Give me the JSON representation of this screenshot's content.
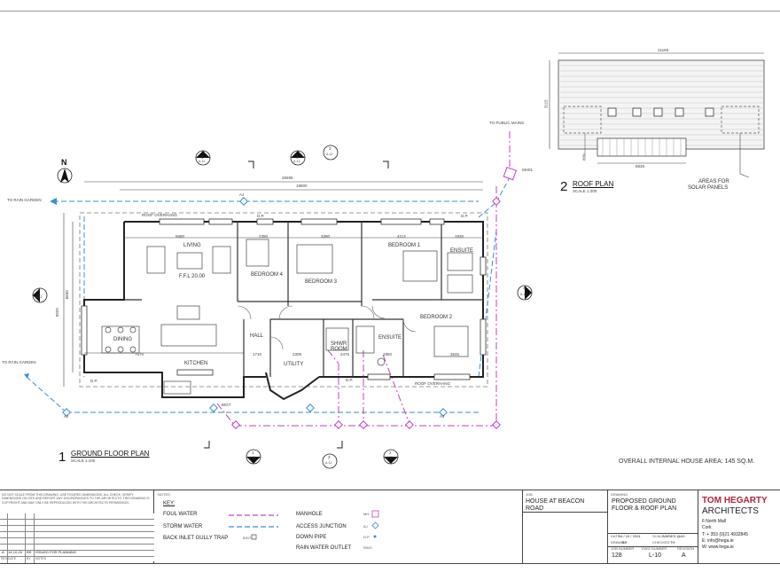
{
  "plans": {
    "ground": {
      "number": "1",
      "title": "GROUND FLOOR PLAN",
      "scale": "SCALE 1:100"
    },
    "roof": {
      "number": "2",
      "title": "ROOF PLAN",
      "scale": "SCALE 1:200"
    }
  },
  "rooms": {
    "living": "LIVING",
    "ffl": "F.F.L 20.00",
    "dining": "DINING",
    "kitchen": "KITCHEN",
    "hall": "HALL",
    "utility": "UTILITY",
    "shwr_room": "SHWR ROOM",
    "ensuite_lower": "ENSUITE",
    "bedroom1": "BEDROOM 1",
    "bedroom2": "BEDROOM 2",
    "bedroom3": "BEDROOM 3",
    "bedroom4": "BEDROOM 4",
    "ensuite_upper": "ENSUITE"
  },
  "annotations": {
    "roof_overhang_top": "ROOF OVERHANG",
    "roof_overhang_bottom": "ROOF OVERHANG",
    "to_rain_garden_top": "TO RAIN GARDEN",
    "to_rain_garden_left": "TO RAIN GARDEN",
    "to_public_mains": "TO PUBLIC MAINS",
    "manhole_id": "MH01",
    "north": "N",
    "solar_panels_line1": "AREAS FOR",
    "solar_panels_line2": "SOLAR PANELS",
    "overall_area": "OVERALL INTERNAL HOUSE AREA: 145 SQ.M.",
    "dp": "D.P.",
    "aj": "AJ",
    "bigt": "BIGT"
  },
  "dimensions": {
    "overall_outer": "25695",
    "overall_inner": "18800",
    "living_w": "5680",
    "bed4_w": "2350",
    "bed3_w": "3390",
    "bed1_w": "4113",
    "ens_w": "1930",
    "kitchen_w": "7570",
    "hall_w": "1710",
    "utility_w": "2309",
    "shwr_w": "2475",
    "ens2_w": "1850",
    "bed2_w": "3545",
    "height_outer": "9929",
    "height_inner": "6650",
    "roof_width": "21165",
    "roof_height": "3115",
    "roof_sub": "8835",
    "roof_small": "600"
  },
  "section_markers": [
    {
      "num": "1",
      "sheet": "A-11"
    },
    {
      "num": "3",
      "sheet": "A-12"
    },
    {
      "num": "4",
      "sheet": "A-12"
    },
    {
      "num": "2",
      "sheet": "A-12"
    },
    {
      "num": "4",
      "sheet": "A-12"
    },
    {
      "num": "1",
      "sheet": "A-11"
    },
    {
      "num": "3",
      "sheet": "A-12"
    },
    {
      "num": "2",
      "sheet": "A-11"
    }
  ],
  "notes": {
    "disclaimer": "DO NOT SCALE FROM THIS DRAWING. USE FIGURED DIMENSIONS. ALL CHECK, VERIFY DIMENSIONS ON SITE AND REPORT ANY DISCREPANCIES TO THE ARCHITECTS. THIS DRAWING IS COPYRIGHT AND MAY ONLY BE REPRODUCED WITH THE ARCHITECTS PERMISSION.",
    "revision_date": "14-10-24",
    "revision_by": "BR",
    "revision_desc": "ISSUED FOR PLANNING",
    "rev_col": "REV",
    "date_col": "DATE",
    "by_col": "BY",
    "notes_col": "NOTES"
  },
  "key": {
    "header": "NOTES",
    "title": "KEY:",
    "items_left": [
      "FOUL WATER",
      "STORM WATER",
      "BACK INLET GULLY TRAP"
    ],
    "items_right": [
      "MANHOLE",
      "ACCESS JUNCTION",
      "DOWN PIPE",
      "RAIN WATER OUTLET"
    ],
    "sym_bigt": "BIGT",
    "sym_mh": "MH",
    "sym_aj": "AJ",
    "sym_dp": "D.P.",
    "sym_rwo": "RWO"
  },
  "job": {
    "label": "JOB",
    "title": "HOUSE AT BEACON ROAD"
  },
  "drawing": {
    "label": "DRAWING",
    "title": "PROPOSED GROUND FLOOR & ROOF PLAN",
    "date_label": "DATE",
    "date": "14 / 10 / 2024",
    "scale_label": "SCALE",
    "scale": "VARIES @A3",
    "drawn_label": "DRAWN",
    "drawn": "BR",
    "checked_label": "CHECKED",
    "checked": "TH",
    "job_no_label": "JOB NUMBER",
    "job_no": "128",
    "dwg_no_label": "DWG NUMBER",
    "dwg_no": "L-10",
    "rev_label": "REVISION",
    "rev": "A"
  },
  "firm": {
    "name1": "TOM HEGARTY",
    "name2": "ARCHITECTS",
    "address": [
      "6 North Mall",
      "Cork"
    ],
    "tel": "T: + 353 (0)21 4932845",
    "email": "E: info@hega.ie",
    "web": "W: www.hega.ie"
  },
  "colors": {
    "foul_water": "#c040c0",
    "storm_water": "#3a8fd0",
    "firm_accent": "#b0243c"
  }
}
